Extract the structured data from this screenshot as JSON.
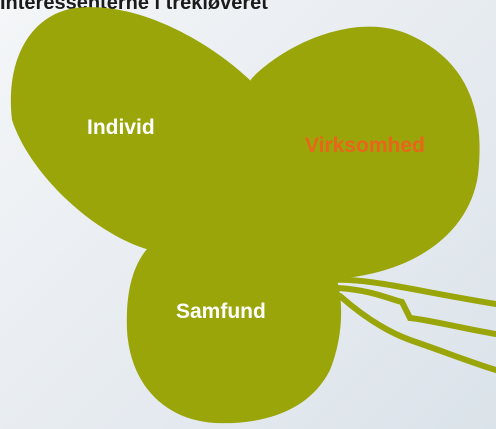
{
  "title": "Interessenterne i trekløveret",
  "petals": {
    "individ": {
      "label": "Individ",
      "color": "#ffffff"
    },
    "virksomhed": {
      "label": "Virksomhed",
      "color": "#e96519"
    },
    "samfund": {
      "label": "Samfund",
      "color": "#ffffff"
    }
  },
  "colors": {
    "clover_fill": "#9aa50a",
    "stem_stroke": "#9aa50a",
    "background": "#e9eef2"
  }
}
